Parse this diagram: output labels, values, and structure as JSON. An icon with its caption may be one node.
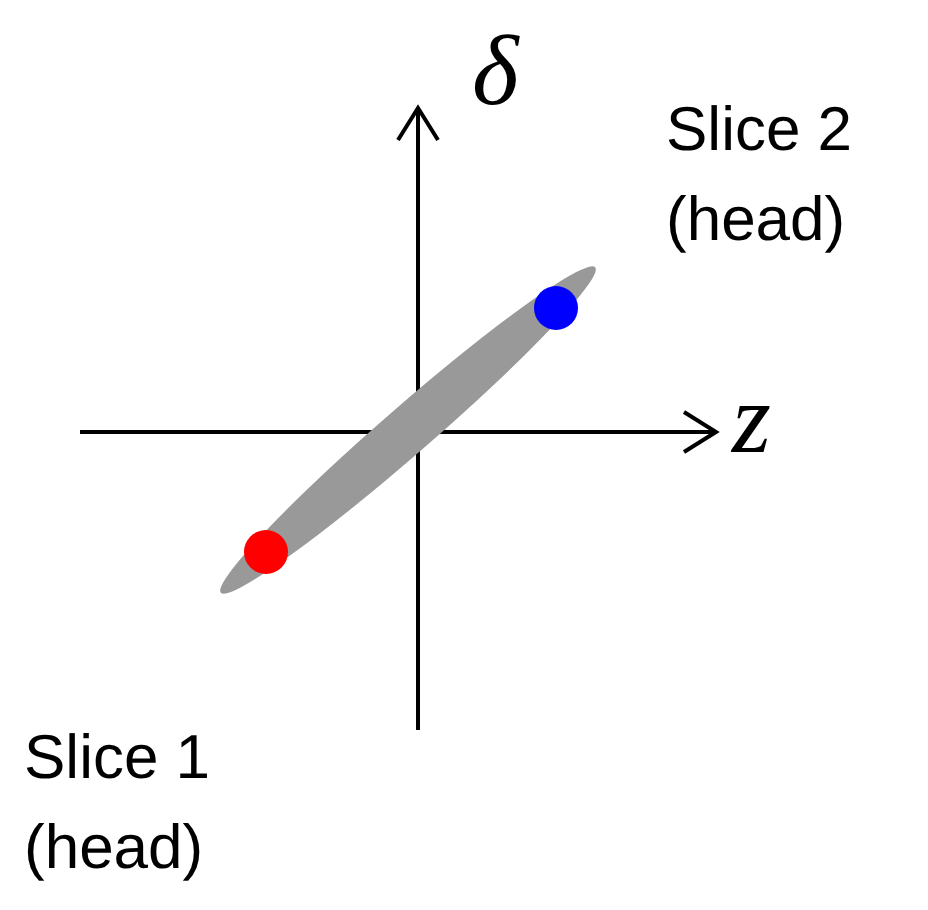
{
  "diagram": {
    "labels": [
      "δ",
      "z",
      "Slice 2 (head)",
      "Slice 1 (head)"
    ]
  }
}
